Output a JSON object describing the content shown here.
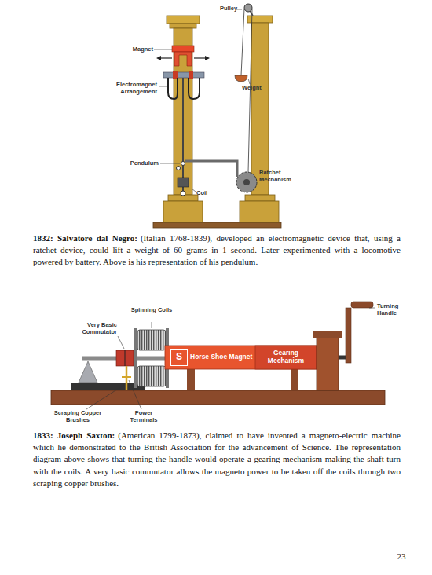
{
  "diagram": {
    "nodes": [
      {
        "text": [
          "Horse Shoe Magnet"
        ]
      },
      {
        "text": [
          "S"
        ],
        "in": 0
      },
      {
        "text": [
          "Gearing Mechanism"
        ]
      }
    ],
    "labels": [
      "Pulley",
      "Magnet",
      "Electromagnet Arrangement",
      "Weight",
      "Pendulum",
      "Coil",
      "Ratchet Mechanism",
      "1832: Salvatore dal Negro:",
      "(Italian 1768-1839), developed an electromagnetic device that, using a ratchet device, could lift a weight of 60 grams in 1 second. Later experimented with a locomotive powered by battery. Above is his representation of his pendulum.",
      "Spinning Coils",
      "Very Basic Commutator",
      "Turning Handle",
      "Scraping Copper Brushes",
      "Power Terminals",
      "1833: Joseph Saxton:",
      "(American 1799-1873), claimed to have invented a magneto-electric machine which he demonstrated to the British Association for the advancement of Science. The representation diagram above shows that turning the handle would operate a gearing mechanism making the shaft turn with the coils. A very basic commutator allows the magneto power to be taken off the coils through two scraping copper brushes.",
      "23"
    ]
  }
}
